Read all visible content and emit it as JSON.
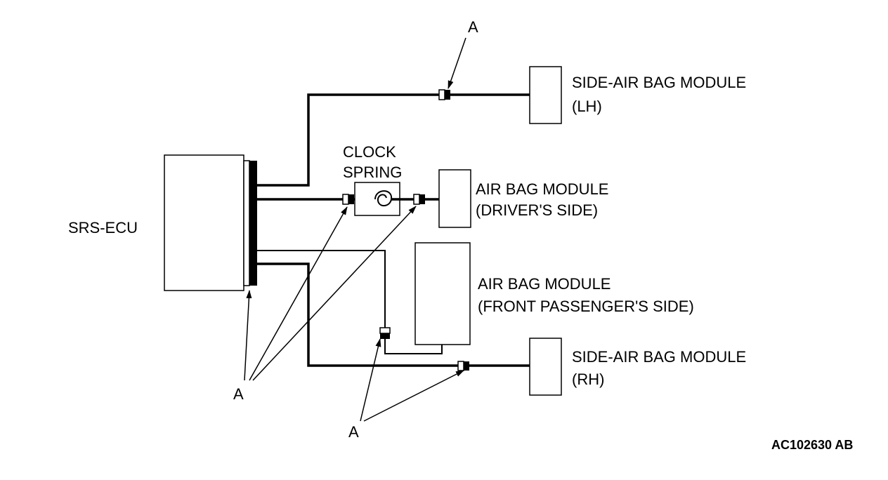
{
  "components": {
    "ecu": "SRS-ECU",
    "clock_spring": [
      "CLOCK",
      "SPRING"
    ],
    "side_airbag_lh": [
      "SIDE-AIR BAG MODULE",
      "(LH)"
    ],
    "airbag_driver": [
      "AIR BAG MODULE",
      "(DRIVER'S SIDE)"
    ],
    "airbag_passenger": [
      "AIR BAG MODULE",
      "(FRONT PASSENGER'S SIDE)"
    ],
    "side_airbag_rh": [
      "SIDE-AIR BAG MODULE",
      "(RH)"
    ]
  },
  "callouts": {
    "top": "A",
    "left": "A",
    "bottom": "A"
  },
  "figure_code": "AC102630 AB"
}
